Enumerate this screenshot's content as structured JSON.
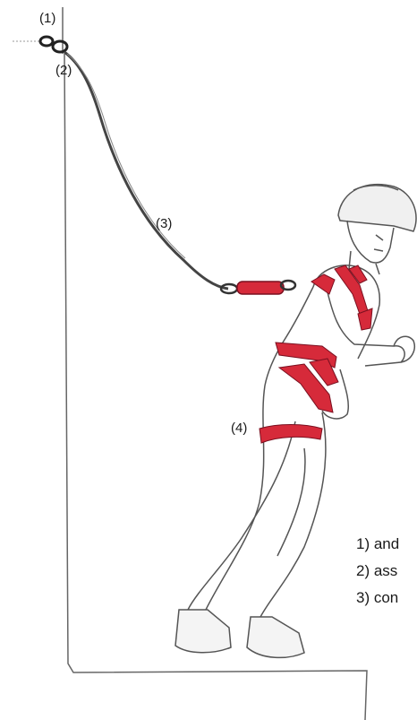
{
  "labels": {
    "anchor": "(1)",
    "connector": "(2)",
    "lanyard": "(3)",
    "harness": "(4)"
  },
  "legend": [
    "1) and",
    "2) ass",
    "3) con"
  ],
  "colors": {
    "harness": "#d62a3a",
    "line": "#444444"
  }
}
